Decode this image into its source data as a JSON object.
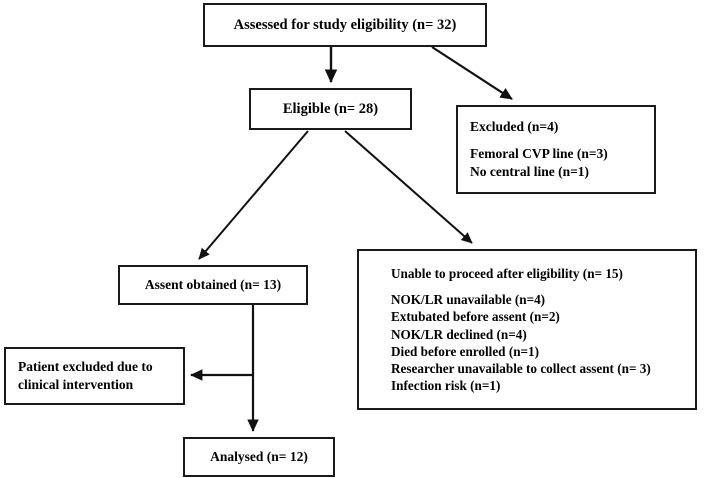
{
  "diagram": {
    "type": "flowchart",
    "title": "Study participant flow diagram",
    "stroke_color": "#1a1a1a",
    "background_color": "#ffffff",
    "nodes": {
      "assessed": {
        "lines": [
          "Assessed for study eligibility (n= 32)"
        ]
      },
      "eligible": {
        "lines": [
          "Eligible (n= 28)"
        ]
      },
      "excluded": {
        "heading": "Excluded (n=4)",
        "reasons": [
          "Femoral CVP line (n=3)",
          "No central line (n=1)"
        ]
      },
      "assent_obtained": {
        "lines": [
          "Assent obtained (n= 13)"
        ]
      },
      "unable_to_proceed": {
        "heading": "Unable to proceed after eligibility (n= 15)",
        "reasons": [
          "NOK/LR unavailable (n=4)",
          "Extubated before assent (n=2)",
          "NOK/LR declined (n=4)",
          "Died before enrolled (n=1)",
          "Researcher unavailable to collect assent (n= 3)",
          "Infection risk (n=1)"
        ]
      },
      "patient_excluded": {
        "lines": [
          "Patient excluded due to",
          "clinical intervention"
        ]
      },
      "analysed": {
        "lines": [
          "Analysed (n= 12)"
        ]
      }
    },
    "edges": [
      {
        "id": "assessed-to-eligible",
        "from": "assessed",
        "to": "eligible",
        "style": "straight-down"
      },
      {
        "id": "assessed-to-excluded",
        "from": "assessed",
        "to": "excluded",
        "style": "diagonal-right"
      },
      {
        "id": "eligible-to-assent",
        "from": "eligible",
        "to": "assent_obtained",
        "style": "diagonal-left"
      },
      {
        "id": "eligible-to-unable",
        "from": "eligible",
        "to": "unable_to_proceed",
        "style": "diagonal-right"
      },
      {
        "id": "assent-to-analysed",
        "from": "assent_obtained",
        "to": "analysed",
        "style": "straight-down"
      },
      {
        "id": "assent-to-patient-excluded",
        "from": "assent_obtained",
        "to": "patient_excluded",
        "style": "branch-left"
      }
    ]
  }
}
